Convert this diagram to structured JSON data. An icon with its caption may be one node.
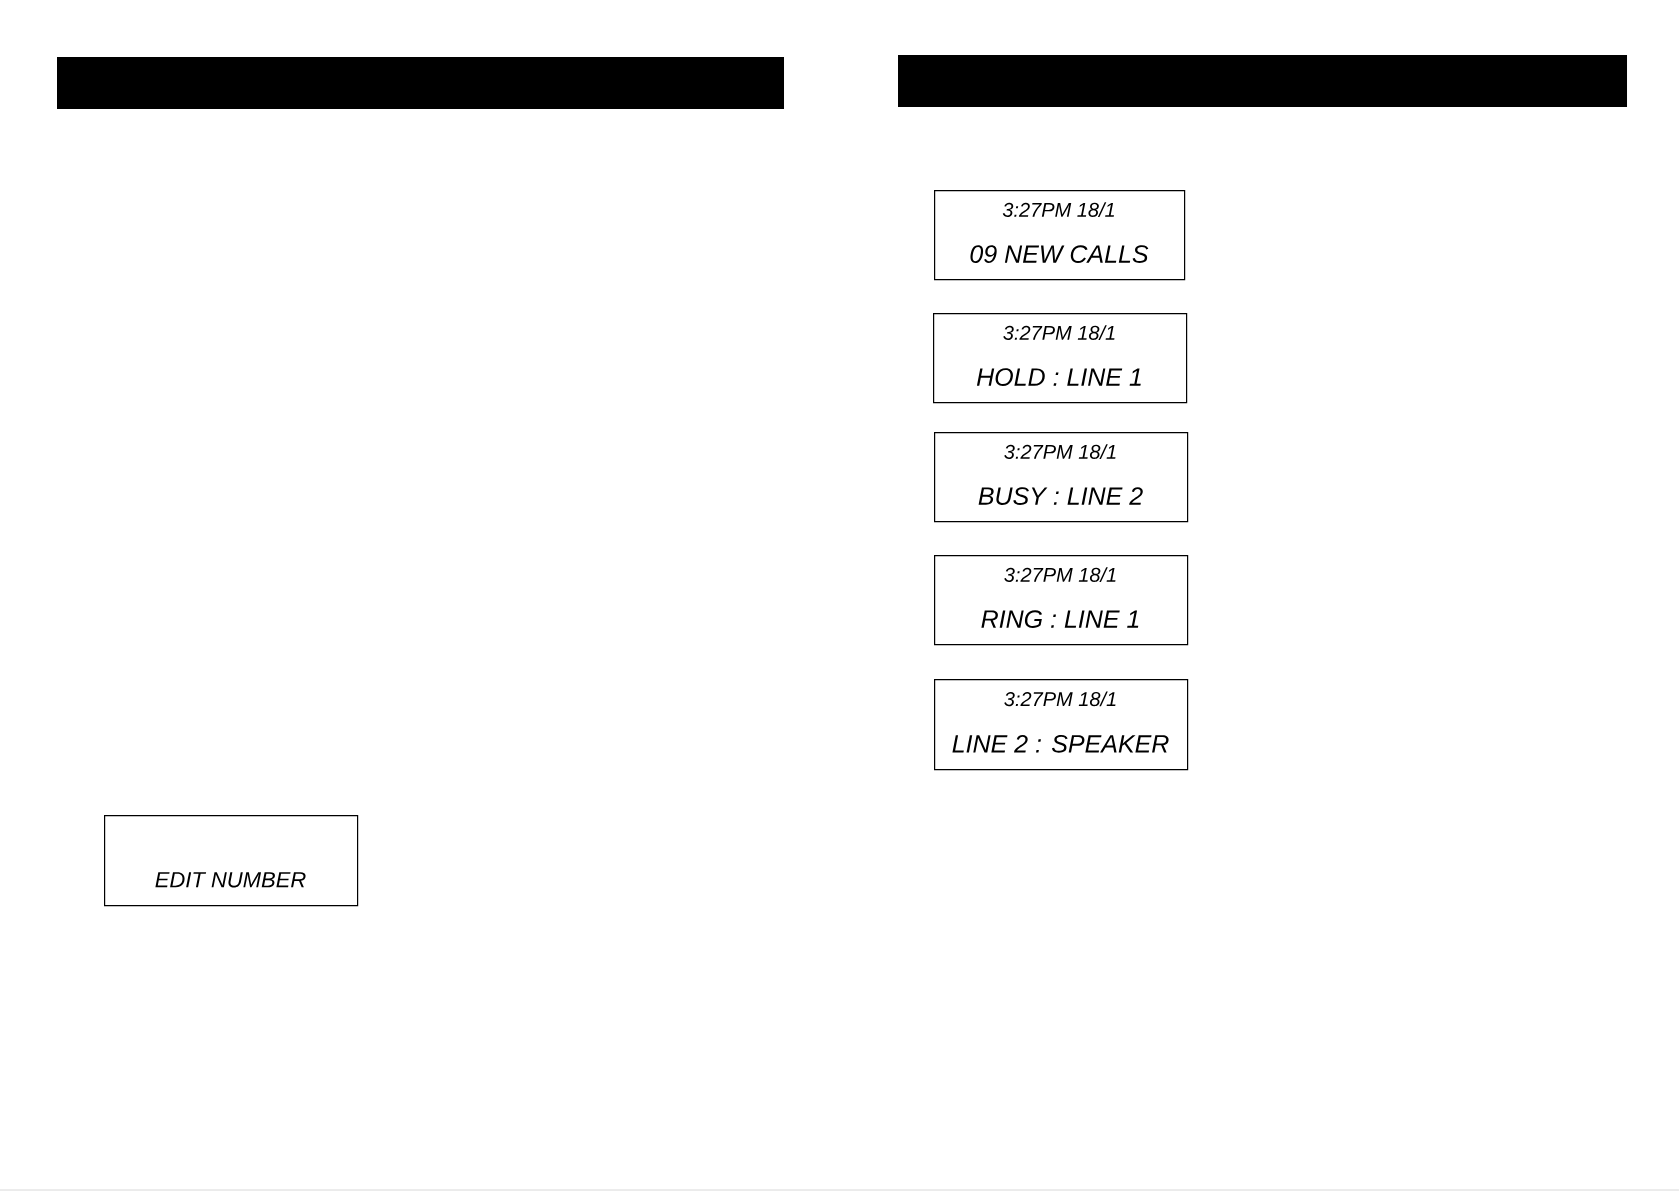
{
  "diagram": {
    "nodes": [
      {
        "text": [
          "EDIT NUMBER"
        ]
      },
      {
        "text": [
          "3:27PM 18/1",
          "09 NEW CALLS"
        ]
      },
      {
        "text": [
          "3:27PM 18/1",
          "HOLD : LINE 1"
        ]
      },
      {
        "text": [
          "3:27PM 18/1",
          "BUSY : LINE 2"
        ]
      },
      {
        "text": [
          "3:27PM 18/1",
          "RING : LINE 1"
        ]
      },
      {
        "text": [
          "3:27PM 18/1",
          "LINE 2 : SPEAKER"
        ]
      }
    ]
  }
}
